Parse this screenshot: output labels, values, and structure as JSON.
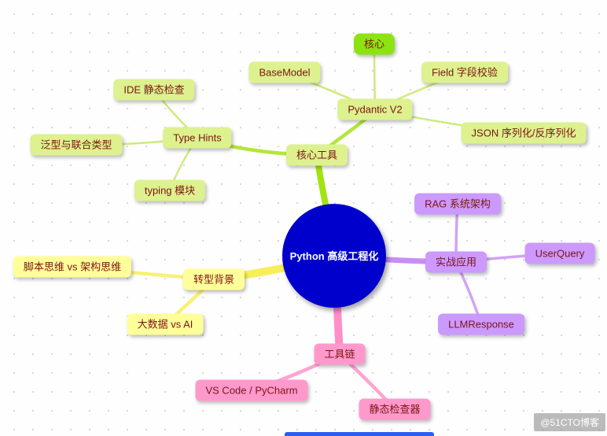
{
  "nodes": {
    "central": "Python 高级工程化",
    "core_tools": "核心工具",
    "pydantic": "Pydantic V2",
    "core": "核心",
    "basemodel": "BaseModel",
    "field": "Field 字段校验",
    "json_ser": "JSON 序列化/反序列化",
    "type_hints": "Type Hints",
    "ide_check": "IDE 静态检查",
    "generics": "泛型与联合类型",
    "typing_module": "typing 模块",
    "practice": "实战应用",
    "rag": "RAG 系统架构",
    "userquery": "UserQuery",
    "llmresponse": "LLMResponse",
    "background": "转型背景",
    "script_vs_arch": "脚本思维 vs 架构思维",
    "bigdata_vs_ai": "大数据 vs AI",
    "toolchain": "工具链",
    "vscode": "VS Code / PyCharm",
    "static_checker": "静态检查器",
    "watermark": "@51CTO博客"
  },
  "hierarchy": {
    "root": "Python 高级工程化",
    "branches": [
      {
        "label": "核心工具",
        "children": [
          {
            "label": "Pydantic V2",
            "children": [
              "核心",
              "BaseModel",
              "Field 字段校验",
              "JSON 序列化/反序列化"
            ]
          },
          {
            "label": "Type Hints",
            "children": [
              "IDE 静态检查",
              "泛型与联合类型",
              "typing 模块"
            ]
          }
        ]
      },
      {
        "label": "实战应用",
        "children": [
          "RAG 系统架构",
          "UserQuery",
          "LLMResponse"
        ]
      },
      {
        "label": "转型背景",
        "children": [
          "脚本思维 vs 架构思维",
          "大数据 vs AI"
        ]
      },
      {
        "label": "工具链",
        "children": [
          "VS Code / PyCharm",
          "静态检查器"
        ]
      }
    ]
  },
  "colors": {
    "central_bg": "#0000cc",
    "central_text": "#ffffff",
    "node_text": "#7c1414",
    "pale_green": "#ddf18e",
    "bright_green": "#8ce312",
    "purple": "#cc99ff",
    "yellow": "#ffff99",
    "pink": "#ff99cc",
    "edge_green": "#a2e314",
    "edge_purple": "#c98ef5",
    "edge_yellow": "#f7ef5a",
    "edge_pink": "#ff8fc8"
  }
}
